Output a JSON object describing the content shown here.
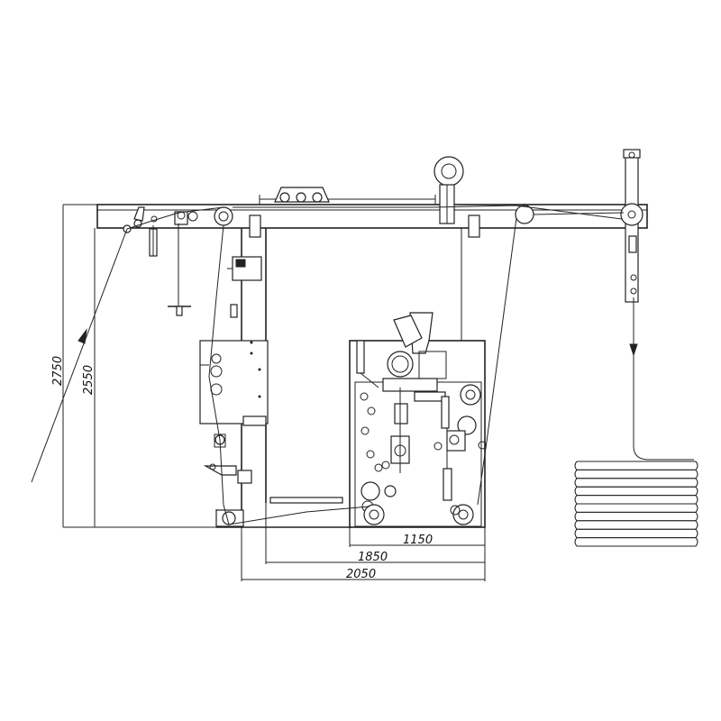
{
  "dimensions": {
    "height_overall": "2750",
    "height_inner": "2550",
    "width_1150": "1150",
    "width_1850": "1850",
    "width_2050": "2050"
  },
  "colors": {
    "line": "#222222",
    "background": "#ffffff"
  }
}
